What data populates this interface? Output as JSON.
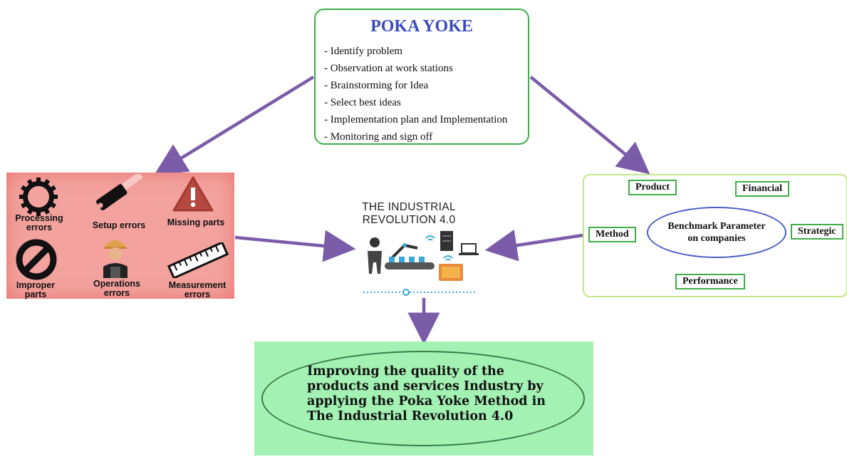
{
  "poka_yoke": {
    "title": "POKA YOKE",
    "steps": [
      "Identify problem",
      "Observation at work stations",
      "Brainstorming for Idea",
      "Select best ideas",
      "Implementation plan and Implementation",
      "Monitoring and sign off"
    ]
  },
  "errors_panel": {
    "items": [
      {
        "label": "Processing\nerrors",
        "icon": "gear-icon"
      },
      {
        "label": "Setup errors",
        "icon": "tool-icon"
      },
      {
        "label": "Missing parts",
        "icon": "warning-icon"
      },
      {
        "label": "Improper\nparts",
        "icon": "prohibited-icon"
      },
      {
        "label": "Operations\nerrors",
        "icon": "worker-icon"
      },
      {
        "label": "Measurement\nerrors",
        "icon": "ruler-icon"
      }
    ]
  },
  "industrial": {
    "title_line1": "THE INDUSTRIAL",
    "title_line2": "REVOLUTION 4.0"
  },
  "benchmark": {
    "center": "Benchmark Parameter\non companies",
    "params": [
      "Product",
      "Financial",
      "Method",
      "Strategic",
      "Performance"
    ]
  },
  "result": {
    "text": "Improving the quality of the products and services Industry by applying the Poka Yoke Method in The Industrial Revolution 4.0"
  },
  "colors": {
    "arrow": "#7a5ca8",
    "poka_border": "#3fae49",
    "poka_title": "#3b4bbd",
    "errors_bg": "#f3a29e",
    "bench_border": "#c6e58a",
    "result_bg": "#a3f2b3"
  }
}
